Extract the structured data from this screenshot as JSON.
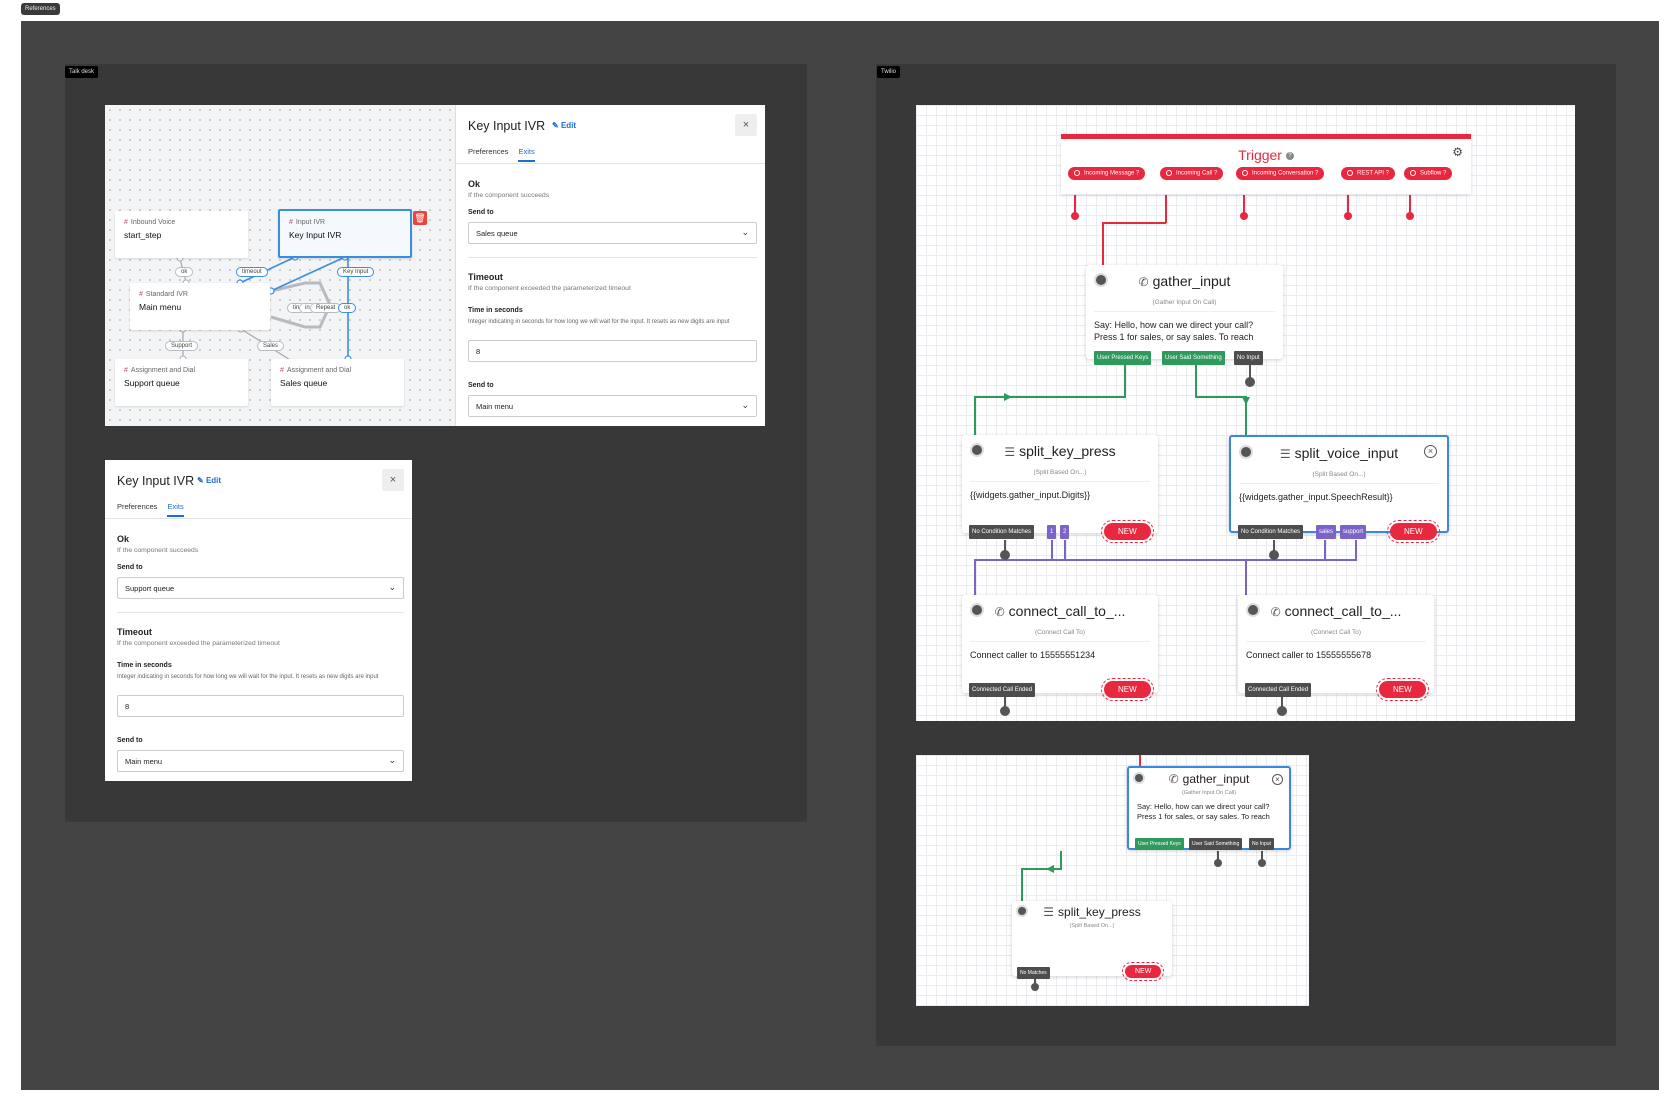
{
  "labels": {
    "references": "References",
    "talkdesk": "Talk desk",
    "twilio": "Twilio"
  },
  "talkdesk": {
    "nodes": [
      {
        "kind": "Inbound Voice",
        "name": "start_step"
      },
      {
        "kind": "Input IVR",
        "name": "Key Input IVR"
      },
      {
        "kind": "Standard IVR",
        "name": "Main menu"
      },
      {
        "kind": "Assignment and Dial",
        "name": "Support queue"
      },
      {
        "kind": "Assignment and Dial",
        "name": "Sales queue"
      }
    ],
    "edge_labels": {
      "ok": "ok",
      "timeout": "timeout",
      "key_input": "Key Input",
      "support": "Support",
      "sales": "Sales",
      "tim": "tin",
      "inv": "in",
      "repeat": "Repeat",
      "ok2": "ok"
    },
    "trash_icon": "trash-icon",
    "panels": [
      {
        "title": "Key Input IVR",
        "edit": "Edit",
        "close": "×",
        "tabs": [
          "Preferences",
          "Exits"
        ],
        "active_tab": "Exits",
        "ok_title": "Ok",
        "ok_desc": "If the component succeeds",
        "send_to_label": "Send to",
        "ok_send_to": "Sales queue",
        "timeout_title": "Timeout",
        "timeout_desc": "If the component exceeded the parameterized timeout",
        "time_label": "Time in seconds",
        "time_help": "Integer indicating in seconds for how long we will wait for the input. It resets as new digits are input",
        "time_value": "8",
        "timeout_send_to": "Main menu"
      },
      {
        "title": "Key Input IVR",
        "edit": "Edit",
        "close": "×",
        "tabs": [
          "Preferences",
          "Exits"
        ],
        "active_tab": "Exits",
        "ok_title": "Ok",
        "ok_desc": "If the component succeeds",
        "send_to_label": "Send to",
        "ok_send_to": "Support queue",
        "timeout_title": "Timeout",
        "timeout_desc": "If the component exceeded the parameterized timeout",
        "time_label": "Time in seconds",
        "time_help": "Integer indicating in seconds for how long we will wait for the input. It resets as new digits are input",
        "time_value": "8",
        "timeout_send_to": "Main menu"
      }
    ]
  },
  "twilio": {
    "trigger": {
      "title": "Trigger",
      "pills": [
        "Incoming Message",
        "Incoming Call",
        "Incoming Conversation",
        "REST API",
        "Subflow"
      ]
    },
    "gather_input": {
      "name": "gather_input",
      "type": "(Gather Input On Call)",
      "body": "Say: Hello, how can we direct your call? Press 1 for sales, or say sales. To reach",
      "ports": [
        "User Pressed Keys",
        "User Said Something",
        "No Input"
      ]
    },
    "split_key_press": {
      "name": "split_key_press",
      "type": "(Split Based On...)",
      "body": "{{widgets.gather_input.Digits}}",
      "ports": [
        "No Condition Matches",
        "1",
        "2"
      ],
      "new": "NEW"
    },
    "split_voice_input": {
      "name": "split_voice_input",
      "type": "(Split Based On...)",
      "body": "{{widgets.gather_input.SpeechResult}}",
      "ports": [
        "No Condition Matches",
        "sales",
        "support"
      ],
      "new": "NEW"
    },
    "connect_1": {
      "name": "connect_call_to_...",
      "type": "(Connect Call To)",
      "body": "Connect caller to 15555551234",
      "port": "Connected Call Ended",
      "new": "NEW"
    },
    "connect_2": {
      "name": "connect_call_to_...",
      "type": "(Connect Call To)",
      "body": "Connect caller to 15555555678",
      "port": "Connected Call Ended",
      "new": "NEW"
    },
    "detail": {
      "gather_input": {
        "name": "gather_input",
        "type": "(Gather Input On Call)",
        "body": "Say: Hello, how can we direct your call? Press 1 for sales, or say sales. To reach",
        "ports": [
          "User Pressed Keys",
          "User Said Something",
          "No Input"
        ]
      },
      "split_key_press": {
        "name": "split_key_press",
        "type": "(Split Based On...)",
        "port": "No Matches",
        "new": "NEW"
      }
    }
  },
  "colors": {
    "twilio_red": "#e8283f",
    "talkdesk_blue": "#3b8de0",
    "port_green": "#2e9a5c",
    "port_purple": "#7a63c9",
    "port_dark": "#4d4d4d"
  }
}
